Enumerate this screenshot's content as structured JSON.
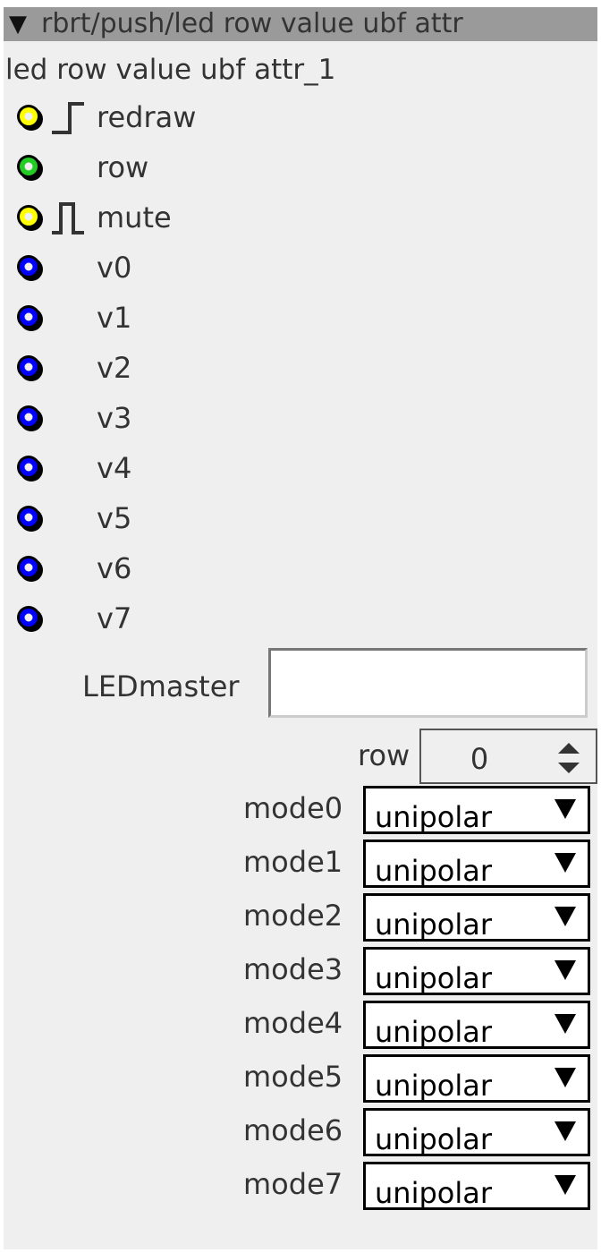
{
  "titlebar": {
    "collapse_glyph": "▼",
    "title": "rbrt/push/led row value ubf attr"
  },
  "instance_name": "led row value ubf attr_1",
  "inlets": [
    {
      "label": "redraw",
      "color": "#ffff00",
      "signal": "rising-edge-icon"
    },
    {
      "label": "row",
      "color": "#22cc22",
      "signal": ""
    },
    {
      "label": "mute",
      "color": "#ffff00",
      "signal": "pulse-icon"
    },
    {
      "label": "v0",
      "color": "#0000ff",
      "signal": ""
    },
    {
      "label": "v1",
      "color": "#0000ff",
      "signal": ""
    },
    {
      "label": "v2",
      "color": "#0000ff",
      "signal": ""
    },
    {
      "label": "v3",
      "color": "#0000ff",
      "signal": ""
    },
    {
      "label": "v4",
      "color": "#0000ff",
      "signal": ""
    },
    {
      "label": "v5",
      "color": "#0000ff",
      "signal": ""
    },
    {
      "label": "v6",
      "color": "#0000ff",
      "signal": ""
    },
    {
      "label": "v7",
      "color": "#0000ff",
      "signal": ""
    }
  ],
  "attributes": {
    "ledmaster": {
      "label": "LEDmaster",
      "value": ""
    },
    "row": {
      "label": "row",
      "value": "0"
    },
    "modes": [
      {
        "label": "mode0",
        "value": "unipolar"
      },
      {
        "label": "mode1",
        "value": "unipolar"
      },
      {
        "label": "mode2",
        "value": "unipolar"
      },
      {
        "label": "mode3",
        "value": "unipolar"
      },
      {
        "label": "mode4",
        "value": "unipolar"
      },
      {
        "label": "mode5",
        "value": "unipolar"
      },
      {
        "label": "mode6",
        "value": "unipolar"
      },
      {
        "label": "mode7",
        "value": "unipolar"
      }
    ]
  }
}
